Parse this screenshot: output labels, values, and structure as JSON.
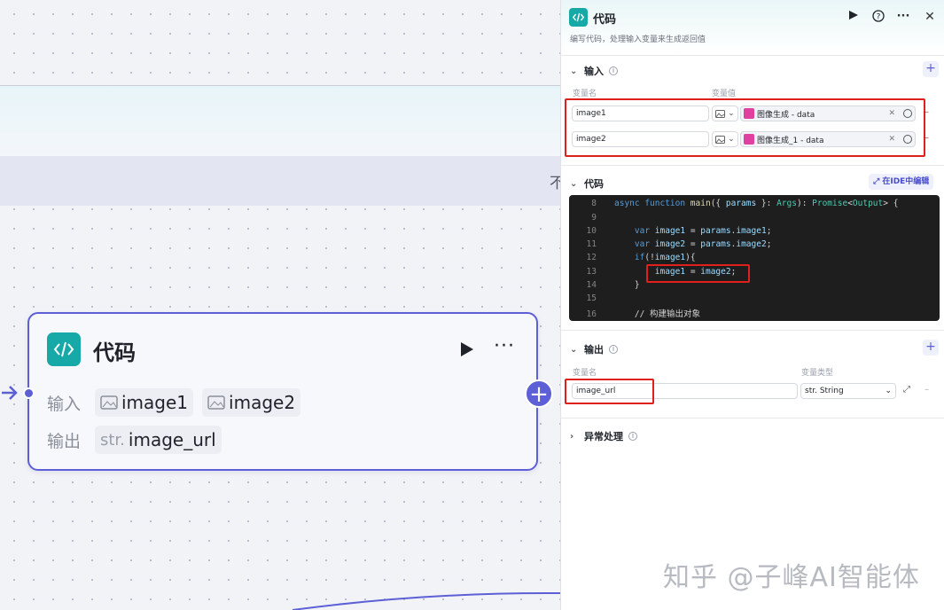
{
  "canvas": {
    "cut_text": "不",
    "node": {
      "title": "代码",
      "input_label": "输入",
      "output_label": "输出",
      "inputs": [
        "image1",
        "image2"
      ],
      "output_type": "str.",
      "output_name": "image_url"
    }
  },
  "panel": {
    "title": "代码",
    "description": "编写代码，处理输入变量来生成返回值",
    "input_section": {
      "title": "输入",
      "col_name": "变量名",
      "col_value": "变量值",
      "rows": [
        {
          "name": "image1",
          "ref": "图像生成 - data"
        },
        {
          "name": "image2",
          "ref": "图像生成_1 - data"
        }
      ]
    },
    "code_section": {
      "title": "代码",
      "ide_button": "在IDE中编辑",
      "lines": [
        {
          "n": "8",
          "text": "async function main({ params }: Args): Promise<Output> {"
        },
        {
          "n": "9",
          "text": ""
        },
        {
          "n": "10",
          "text": "    var image1 = params.image1;"
        },
        {
          "n": "11",
          "text": "    var image2 = params.image2;"
        },
        {
          "n": "12",
          "text": "    if(!image1){"
        },
        {
          "n": "13",
          "text": "        image1 = image2;"
        },
        {
          "n": "14",
          "text": "    }"
        },
        {
          "n": "15",
          "text": ""
        },
        {
          "n": "16",
          "text": "    // 构建输出对象"
        }
      ]
    },
    "output_section": {
      "title": "输出",
      "col_name": "变量名",
      "col_type": "变量类型",
      "name": "image_url",
      "type": "str. String"
    },
    "exception_section": {
      "title": "异常处理"
    }
  },
  "watermark": "知乎 @子峰AI智能体",
  "colors": {
    "accent": "#5c5fd6",
    "code_icon": "#17a8a8",
    "highlight": "#e0201c"
  }
}
